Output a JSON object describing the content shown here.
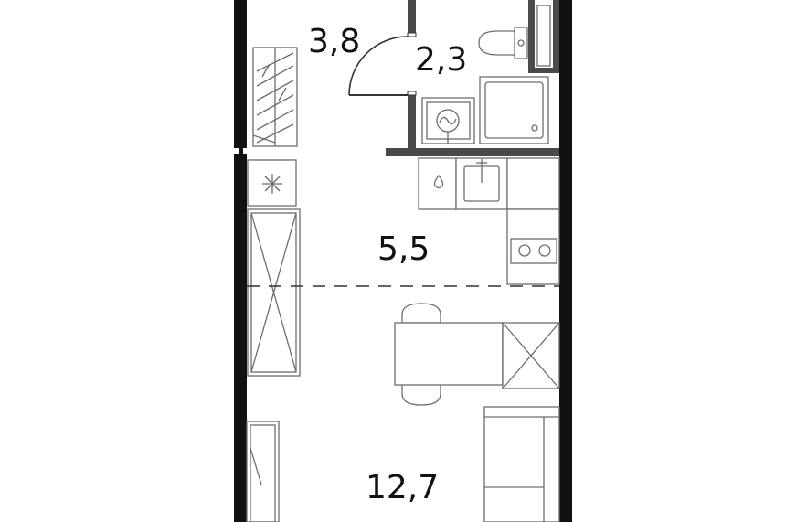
{
  "plan": {
    "rooms": [
      {
        "id": "hallway",
        "area": "3,8"
      },
      {
        "id": "bathroom",
        "area": "2,3"
      },
      {
        "id": "kitchen",
        "area": "5,5"
      },
      {
        "id": "living",
        "area": "12,7"
      }
    ]
  },
  "colors": {
    "outer_wall": "#111111",
    "inner_wall": "#4a4a4a",
    "fixture_line": "#6d6d6d",
    "background": "#ffffff"
  }
}
